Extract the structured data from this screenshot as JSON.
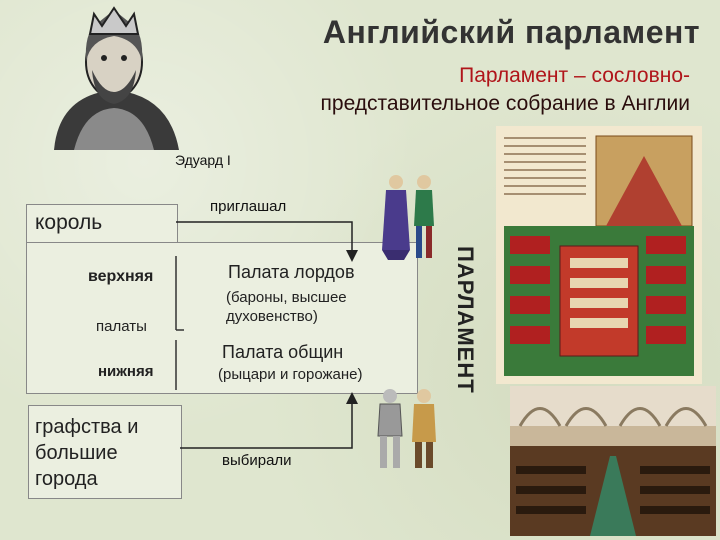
{
  "title": "Английский парламент",
  "subtitle": {
    "accent": "Парламент – сословно-",
    "rest": "представительное собрание в Англии"
  },
  "portrait_caption": "Эдуард I",
  "diagram": {
    "king": "король",
    "invited": "приглашал",
    "upper": "верхняя",
    "chambers": "палаты",
    "lower": "нижняя",
    "lords_title": "Палата лордов",
    "lords_sub": "(бароны, высшее духовенство)",
    "commons_title": "Палата общин",
    "commons_sub": "(рыцари и горожане)",
    "parliament_vertical": "ПАРЛАМЕНТ",
    "counties": "графства и большие города",
    "elected": "выбирали"
  },
  "colors": {
    "accent": "#b0151a",
    "background": "#dfe6cf"
  }
}
